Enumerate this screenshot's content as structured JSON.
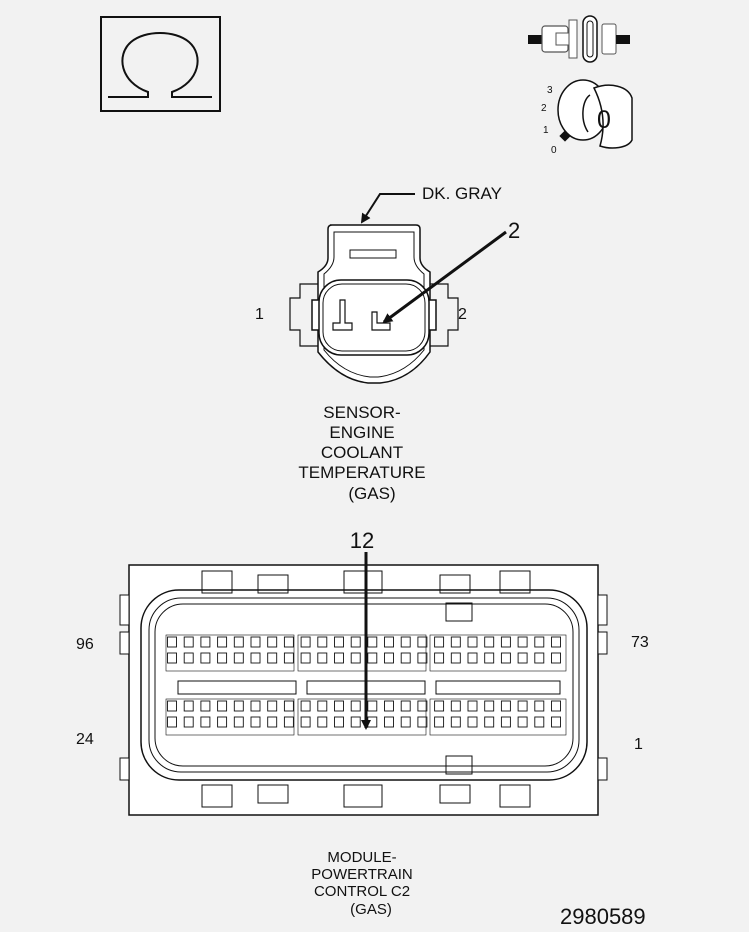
{
  "ohm_symbol": {
    "icon": "ohm-meter-icon"
  },
  "ignition": {
    "connector_icon": "connector-disconnected-icon",
    "key_icon": "ignition-key-icon",
    "positions": [
      "3",
      "2",
      "1",
      "0"
    ],
    "key_position": "0"
  },
  "sensor_connector": {
    "wire_color": "DK. GRAY",
    "callout_pin": "2",
    "left_pin": "1",
    "right_pin": "2",
    "title_lines": [
      "SENSOR-",
      "ENGINE",
      "COOLANT",
      "TEMPERATURE",
      "(GAS)"
    ]
  },
  "pcm_connector": {
    "callout_pin": "12",
    "top_left_pin": "96",
    "bottom_left_pin": "24",
    "top_right_pin": "73",
    "bottom_right_pin": "1",
    "title_lines": [
      "MODULE-",
      "POWERTRAIN",
      "CONTROL C2",
      "(GAS)"
    ]
  },
  "figure_number": "2980589"
}
